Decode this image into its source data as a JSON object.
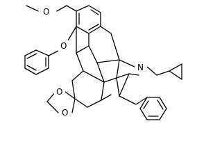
{
  "structure": {
    "atoms": {
      "ether_o": "O",
      "methoxy_o": "O",
      "dioxolane_o1": "O",
      "dioxolane_o2": "O",
      "amine_n": "N"
    }
  }
}
